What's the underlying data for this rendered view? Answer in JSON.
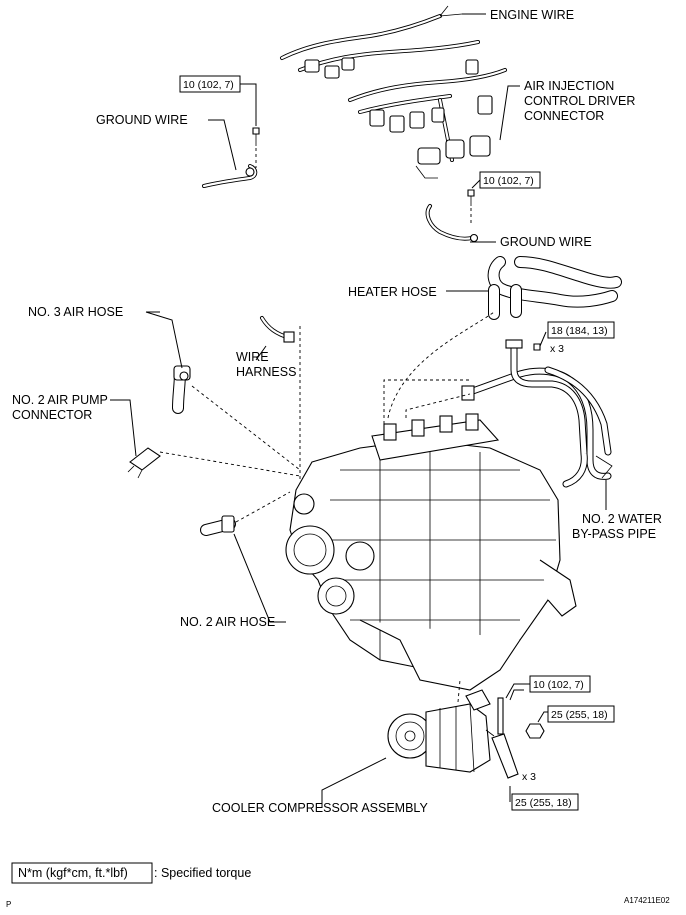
{
  "labels": {
    "engine_wire": "ENGINE WIRE",
    "air_injection_l1": "AIR INJECTION",
    "air_injection_l2": "CONTROL DRIVER",
    "air_injection_l3": "CONNECTOR",
    "ground_wire_left": "GROUND WIRE",
    "ground_wire_right": "GROUND WIRE",
    "heater_hose": "HEATER HOSE",
    "no3_air_hose": "NO. 3 AIR HOSE",
    "wire_harness_l1": "WIRE",
    "wire_harness_l2": "HARNESS",
    "no2_air_pump_l1": "NO. 2 AIR PUMP",
    "no2_air_pump_l2": "CONNECTOR",
    "no2_water_l1": "NO. 2 WATER",
    "no2_water_l2": "BY-PASS PIPE",
    "no2_air_hose": "NO. 2 AIR HOSE",
    "cooler_compressor": "COOLER COMPRESSOR ASSEMBLY"
  },
  "torques": {
    "t1": "10 (102, 7)",
    "t2": "10 (102, 7)",
    "t3": "18 (184, 13)",
    "t3_qty": "x 3",
    "t4": "10 (102, 7)",
    "t5": "25 (255, 18)",
    "t6": "25 (255, 18)",
    "t6_qty": "x 3"
  },
  "legend": {
    "unit": "N*m (kgf*cm, ft.*lbf)",
    "text": ": Specified torque"
  },
  "footer": {
    "corner_mark": "P",
    "figure_id": "A174211E02"
  }
}
